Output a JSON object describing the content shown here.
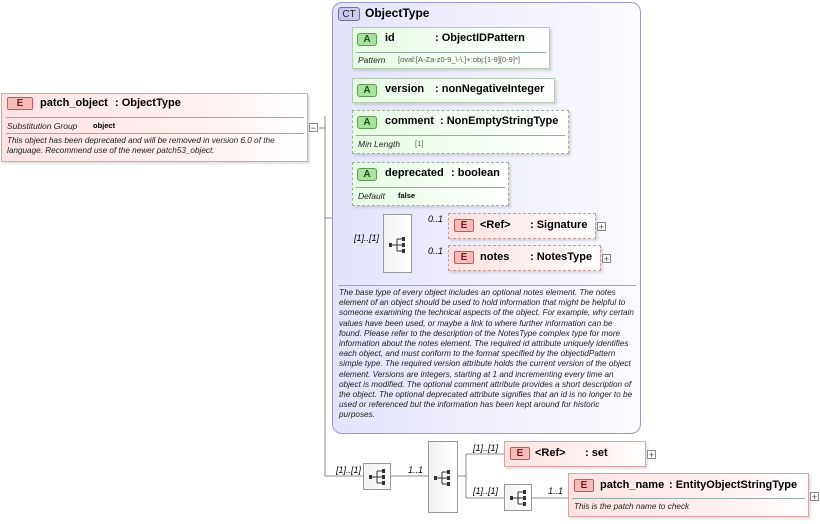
{
  "root": {
    "badge": "E",
    "name": "patch_object",
    "type": ": ObjectType",
    "substitution_label": "Substitution Group",
    "substitution_value": "object",
    "doc": "This object has been deprecated and will be removed in version 6.0 of the language. Recommend use of the newer patch53_object."
  },
  "complex_type": {
    "badge": "CT",
    "name": "ObjectType",
    "attributes": [
      {
        "badge": "A",
        "name": "id",
        "type": ": ObjectIDPattern",
        "meta_label": "Pattern",
        "meta_value": "[oval:[A-Za-z0-9_\\-\\.]+:obj:[1-9][0-9]*]"
      },
      {
        "badge": "A",
        "name": "version",
        "type": ": nonNegativeInteger"
      },
      {
        "badge": "A",
        "name": "comment",
        "type": ": NonEmptyStringType",
        "meta_label": "Min Length",
        "meta_value": "[1]"
      },
      {
        "badge": "A",
        "name": "deprecated",
        "type": ": boolean",
        "meta_label": "Default",
        "meta_value": "false"
      }
    ],
    "sequence_cardinality": "[1]..[1]",
    "elements": [
      {
        "badge": "E",
        "name": "<Ref>",
        "type": ": Signature",
        "cardinality": "0..1"
      },
      {
        "badge": "E",
        "name": "notes",
        "type": ": NotesType",
        "cardinality": "0..1"
      }
    ],
    "doc": "The base type of every object includes an optional notes element. The notes element of an object should be used to hold information that might be helpful to someone examining the technical aspects of the object. For example, why certain values have been used, or maybe a link to where further information can be found. Please refer to the description of the NotesType complex type for more information about the notes element. The required id attribute uniquely identifies each object, and must conform to the format specified by the objectidPattern simple type. The required version attribute holds the current version of the object element. Versions are integers, starting at 1 and incrementing every time an object is modified. The optional comment attribute provides a short description of the object. The optional deprecated attribute signifies that an id is no longer to be used or referenced but the information has been kept around for historic purposes."
  },
  "bottom": {
    "seq1_cardinality": "[1]..[1]",
    "choice_cardinality": "1..1",
    "set_ref": {
      "badge": "E",
      "name": "<Ref>",
      "type": ": set",
      "cardinality": "[1]..[1]"
    },
    "inner_seq_cardinality": "[1]..[1]",
    "patch_name": {
      "badge": "E",
      "name": "patch_name",
      "type": ": EntityObjectStringType",
      "cardinality": "1..1",
      "doc": "This is the patch name to check"
    }
  },
  "plus_symbol": "+",
  "minus_symbol": "−"
}
